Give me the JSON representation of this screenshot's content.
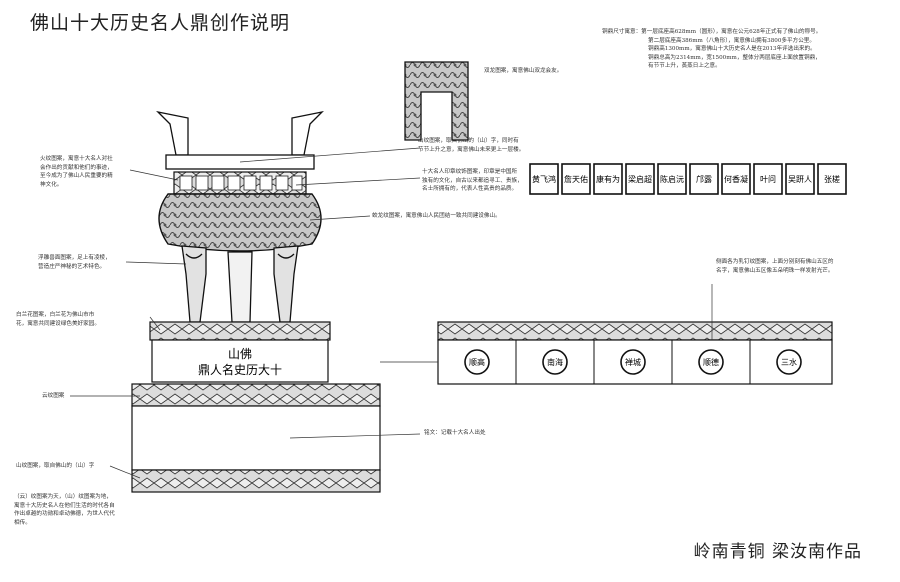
{
  "title": "佛山十大历史名人鼎创作说明",
  "credit": "岭南青铜  梁汝南作品",
  "spec_lines": [
    "铜鼎尺寸寓意：第一层底座高628mm（圆形），寓意在公元628年正式有了佛山的称号。",
    "第二层底座高386mm（八角形），寓意佛山拥有3800多平方公里。",
    "铜鼎高1300mm，寓意佛山十大历史名人是在2013年评选出来的。",
    "铜鼎总高为2314mm，宽1500mm，整体分两层底座上面放置铜鼎，",
    "有节节上升，蒸蒸日上之意。"
  ],
  "notes": {
    "shuanglong": "双龙图案，寓意佛山双龙会友。",
    "shanwen": [
      "山纹图案，取自佛山的（山）字，同时有",
      "节节上升之意，寓意佛山未来更上一层楼。"
    ],
    "huowen": [
      "火纹图案，寓意十大名人对社",
      "会作出的贡献和他们的事迹，",
      "至今成为了佛山人民重要的精",
      "神文化。"
    ],
    "yinzhang": [
      "十大名人印章纹饰图案，印章是中国所",
      "独有的文化，自古以来都追寻工、贵族，",
      "名士所拥有的，代表人性高贵的品质。"
    ],
    "jiaolong": "蛟龙纹图案，寓意佛山人民团结一致共同建设佛山。",
    "fudiao": [
      "浮雕兽面图案，足上有凌棱，",
      "营造庄严神秘的艺术特色。"
    ],
    "bailan": [
      "白兰花图案，白兰花为佛山市市",
      "花，寓意共同建设绿色美好家园。"
    ],
    "cemian": [
      "侧面各为乳钉纹图案，上面分别刻有佛山五区的",
      "名字，寓意佛山五区像五朵明珠一样发射光芒。"
    ],
    "yunwen": "云纹图案",
    "mingwen": "铭文：记载十大名人出处",
    "shanwen2": "山纹图案，取自佛山的（山）字",
    "bottom": [
      "（云）纹图案为天，（山）纹图案为地，",
      "寓意十大历史名人在他们生活的时代各自",
      "作出卓越的功勋和卓动佛德，为世人代代",
      "相传。"
    ]
  },
  "inscription": {
    "top": "山佛",
    "bottom": "鼎人名史历大十"
  },
  "district_seals": [
    "顺高",
    "南海",
    "禅城",
    "顺德",
    "三水"
  ],
  "name_seals": [
    "黄飞鸿",
    "詹天佑",
    "康有为",
    "梁启超",
    "陈启沅",
    "邝露",
    "何香凝",
    "叶问",
    "吴趼人",
    "张槎"
  ]
}
